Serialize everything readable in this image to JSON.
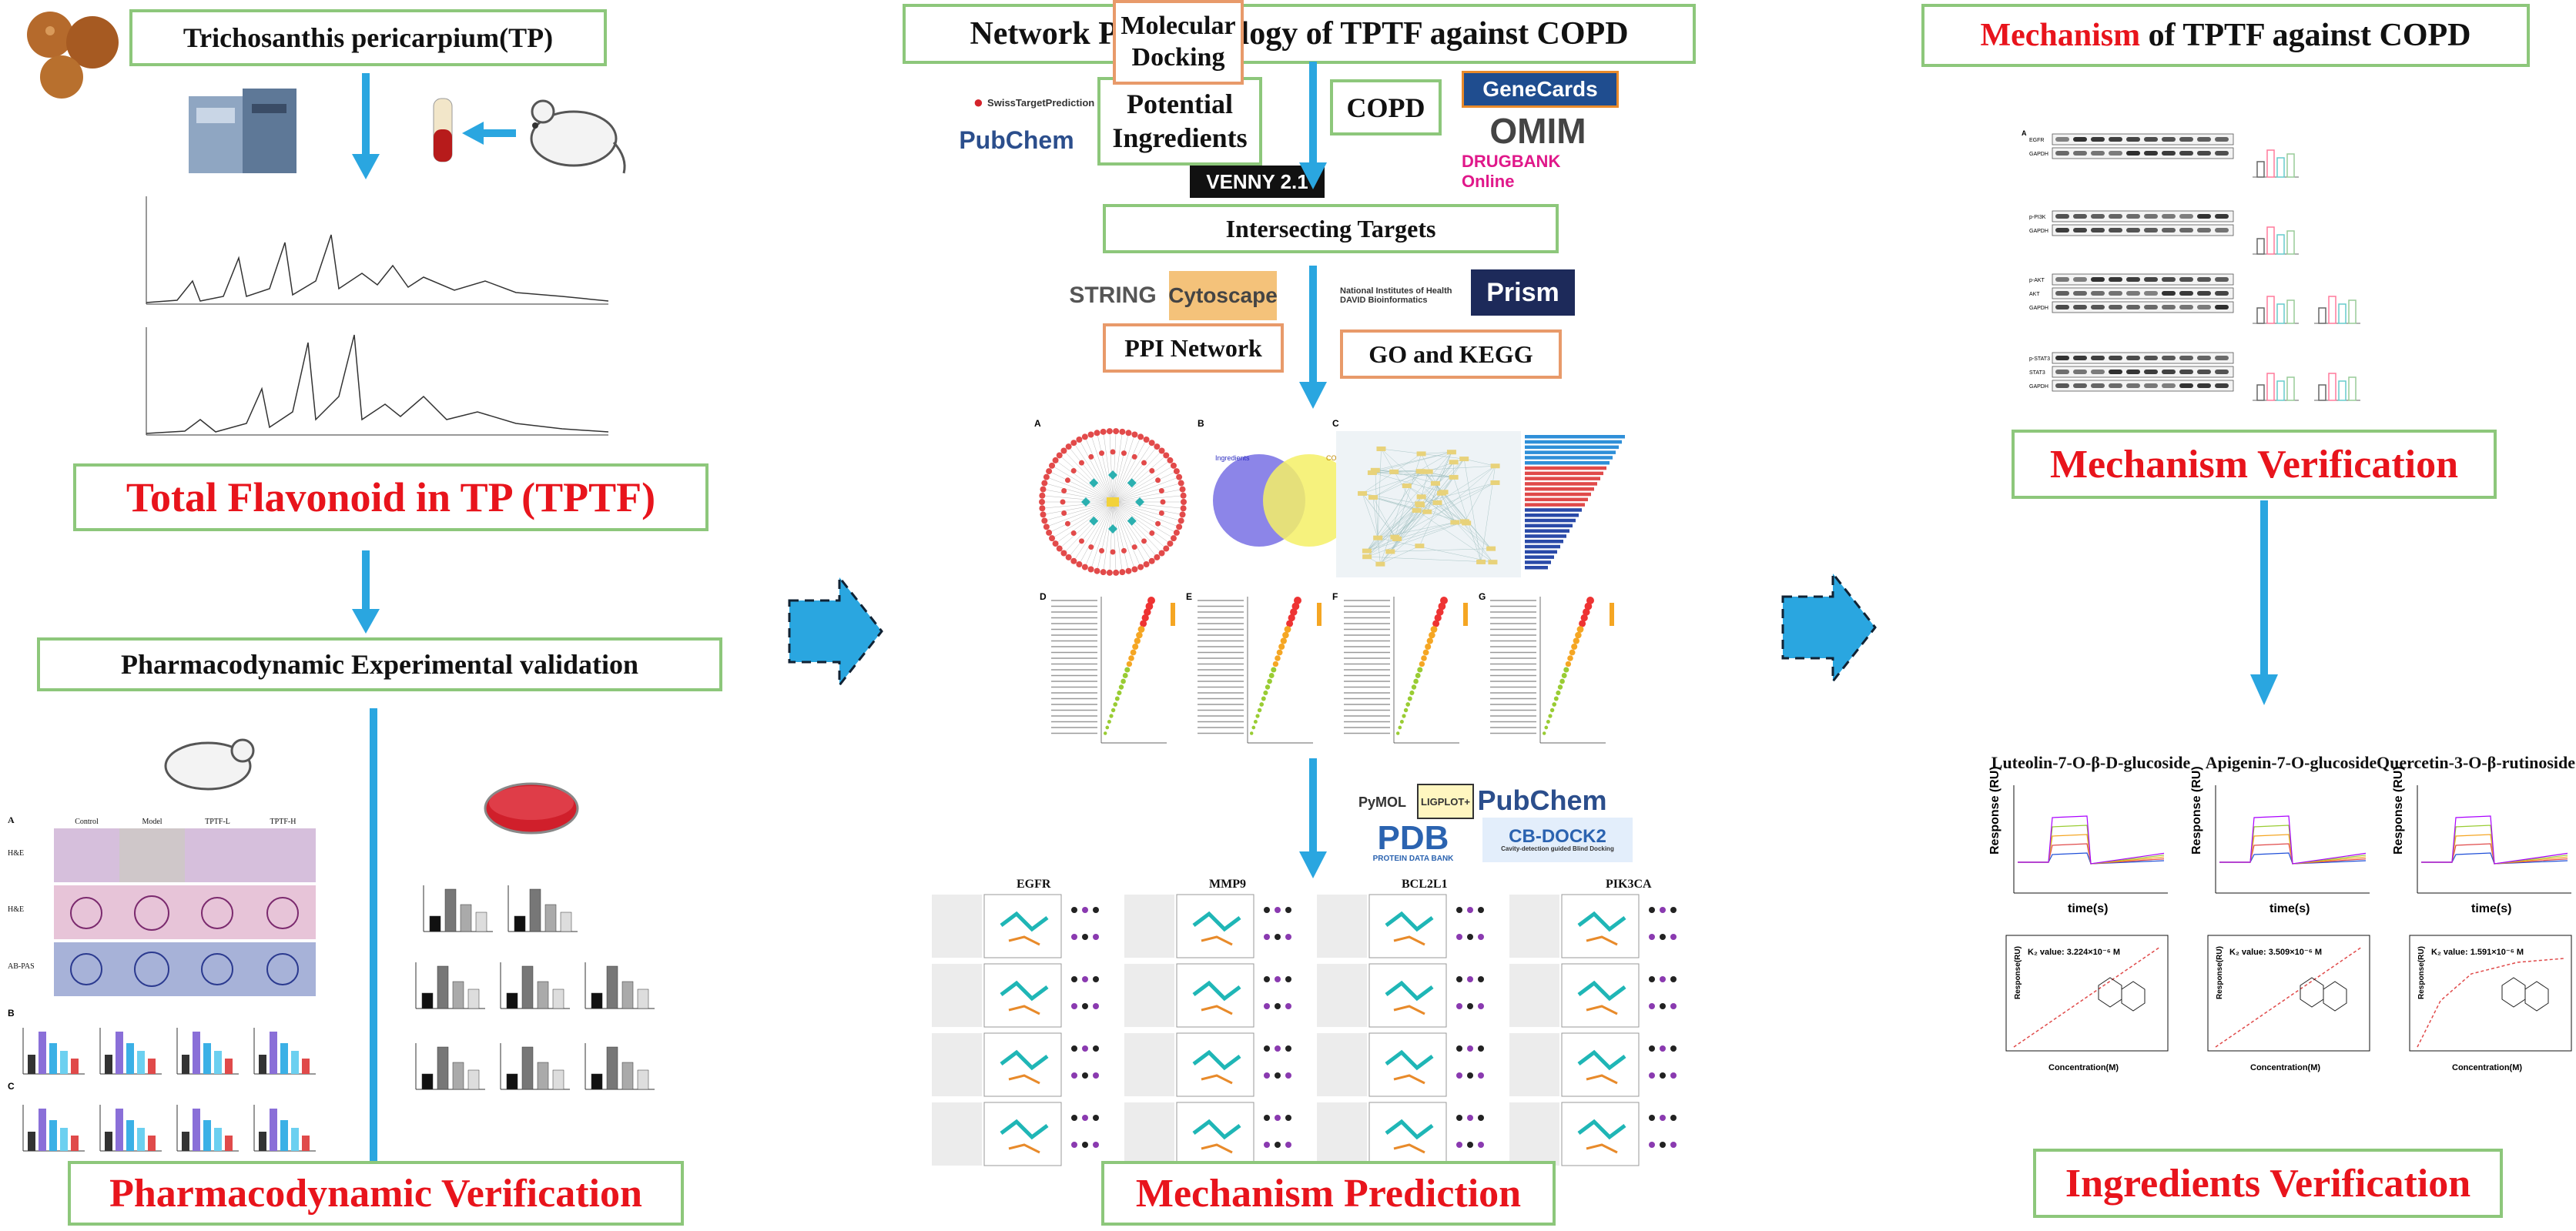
{
  "left": {
    "tp_title": "Trichosanthis pericarpium(TP)",
    "tptf_title": "Total Flavonoid in TP (TPTF)",
    "pd_exp_title": "Pharmacodynamic Experimental validation",
    "pd_verify_title": "Pharmacodynamic Verification",
    "histo_cols": [
      "Control",
      "Model",
      "TPTF-L",
      "TPTF-H"
    ],
    "histo_rows": [
      "H&E",
      "H&E",
      "AB-PAS"
    ],
    "panel_letters": [
      "A",
      "B",
      "C"
    ]
  },
  "middle": {
    "title": "Network Pharmacology of TPTF against COPD",
    "potential_ingredients": "Potential Ingredients",
    "copd": "COPD",
    "intersecting_targets": "Intersecting Targets",
    "ppi_network": "PPI Network",
    "go_kegg": "GO and KEGG",
    "molecular_docking": "Molecular Docking",
    "mechanism_prediction": "Mechanism Prediction",
    "docking_targets": [
      "EGFR",
      "MMP9",
      "BCL2L1",
      "PIK3CA"
    ],
    "venn_left": "Ingredients",
    "venn_right": "COPD",
    "logos": {
      "swiss": "SwissTargetPrediction",
      "pubchem": "PubChem",
      "venny": "VENNY 2.1",
      "genecards": "GeneCards",
      "omim": "OMIM",
      "drugbank": "DRUGBANK Online",
      "string": "STRING",
      "cytoscape": "Cytoscape",
      "nih": "National Institutes of Health DAVID Bioinformatics",
      "prism": "Prism",
      "pymol": "PyMOL",
      "ligplot": "LIGPLOT+",
      "pdb": "PDB",
      "pdb_sub": "PROTEIN DATA BANK",
      "cbdock": "CB-DOCK2",
      "cbdock_sub": "Cavity-detection guided Blind Docking"
    }
  },
  "right": {
    "title_red": "Mechanism",
    "title_rest": " of TPTF against COPD",
    "mech_verify": "Mechanism Verification",
    "ingredients_verify": "Ingredients Verification",
    "wb_labels": [
      "EGFR",
      "GAPDH",
      "p-PI3K",
      "GAPDH",
      "p-AKT",
      "AKT",
      "GAPDH",
      "p-STAT3",
      "STAT3",
      "GAPDH"
    ],
    "spr_titles": [
      "Luteolin-7-O-β-D-glucoside",
      "Apigenin-7-O-glucoside",
      "Quercetin-3-O-β-rutinoside"
    ],
    "spr_ylabel": "Response (RU)",
    "spr_xlabel": "time(s)",
    "kd_values": [
      "K₂ value: 3.224×10⁻⁶ M",
      "K₂ value: 3.509×10⁻⁶ M",
      "K₂ value: 1.591×10⁻⁶ M"
    ],
    "kd_xlabel": "Concentration(M)",
    "kd_ylabel": "Response(RU)"
  },
  "colors": {
    "green_border": "#8dc77b",
    "orange_border": "#e89a6a",
    "arrow_blue": "#2aa6e0",
    "red_text": "#e8141c"
  }
}
